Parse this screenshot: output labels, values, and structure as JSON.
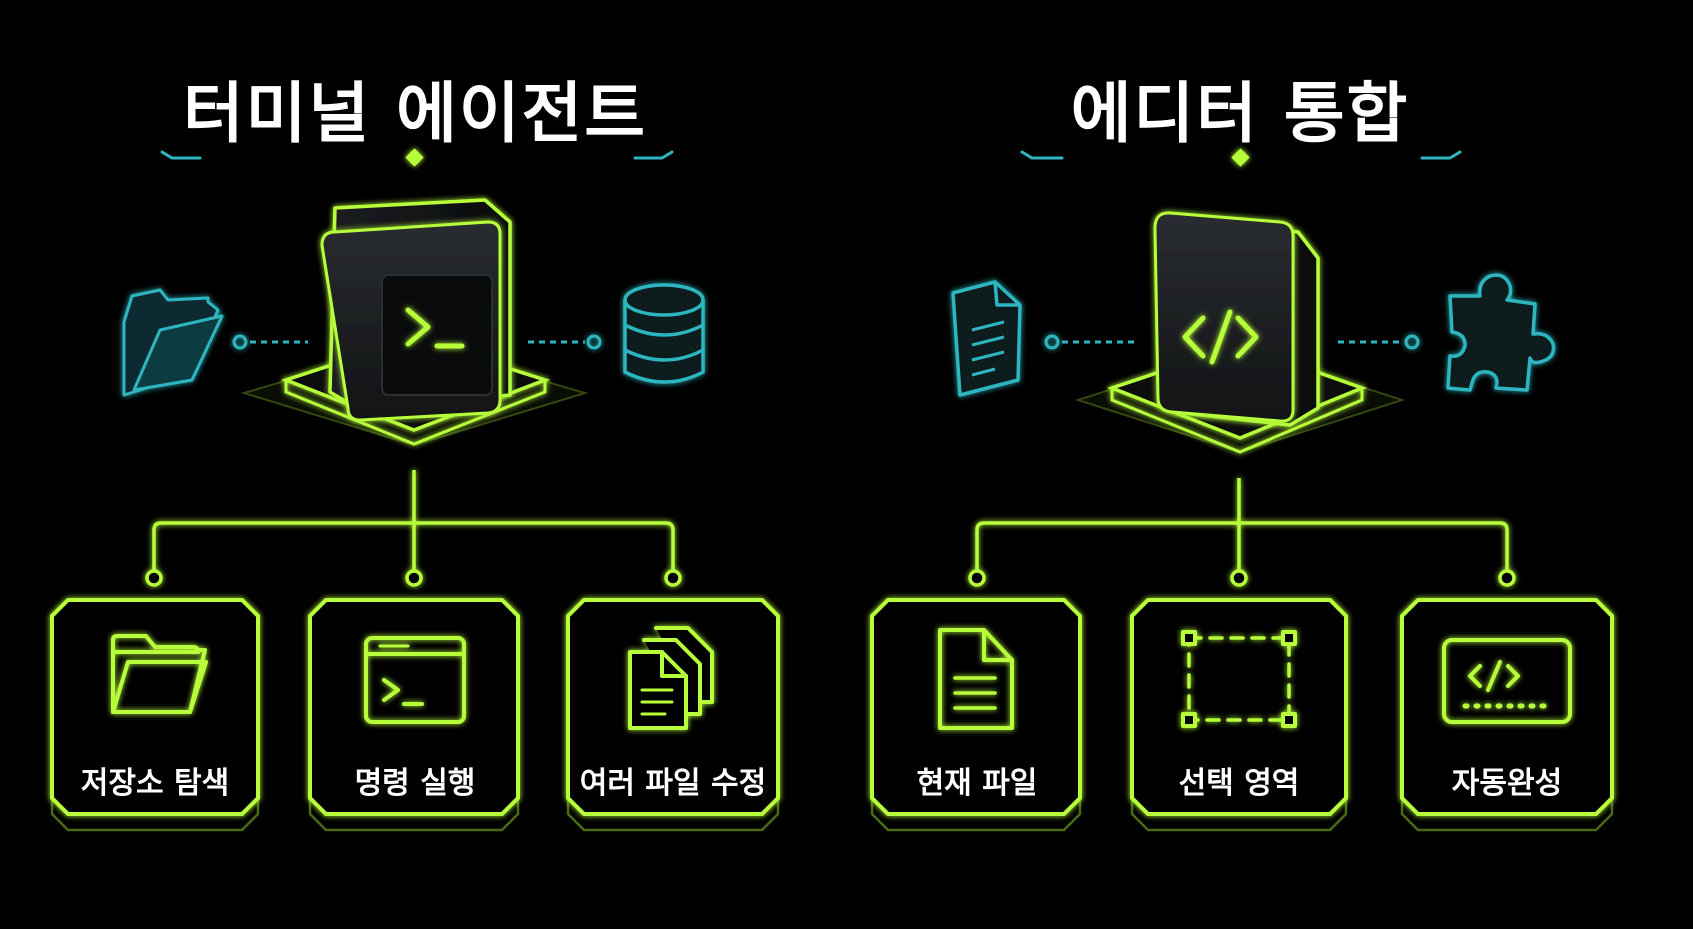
{
  "colors": {
    "accent": "#b8ff3a",
    "secondary": "#2fb6c0",
    "background": "#000000",
    "text": "#ffffff"
  },
  "left": {
    "title": "터미널 에이전트",
    "side_icons": [
      "folder-icon",
      "database-icon"
    ],
    "center_icon": "terminal-prompt-icon",
    "cards": [
      {
        "label": "저장소 탐색",
        "icon": "folder-icon"
      },
      {
        "label": "명령 실행",
        "icon": "terminal-window-icon"
      },
      {
        "label": "여러 파일 수정",
        "icon": "multiple-files-icon"
      }
    ]
  },
  "right": {
    "title": "에디터 통합",
    "side_icons": [
      "document-icon",
      "puzzle-piece-icon"
    ],
    "center_icon": "code-brackets-icon",
    "cards": [
      {
        "label": "현재 파일",
        "icon": "document-icon"
      },
      {
        "label": "선택 영역",
        "icon": "selection-area-icon"
      },
      {
        "label": "자동완성",
        "icon": "autocomplete-code-icon"
      }
    ]
  }
}
